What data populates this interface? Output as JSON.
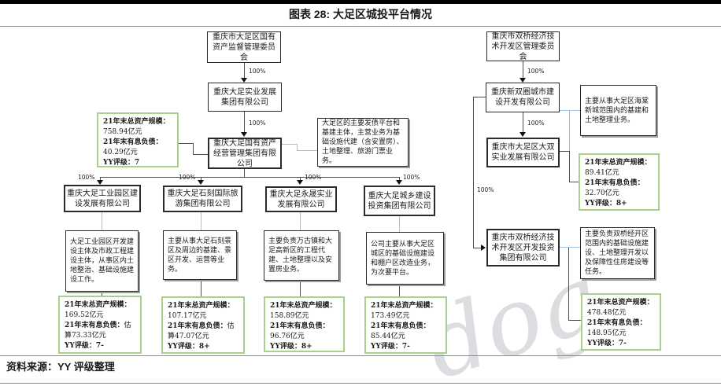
{
  "title": "图表 28: 大足区城投平台情况",
  "source": "资料来源：YY 评级整理",
  "watermark": "dog",
  "ownership_pct": "100%",
  "colors": {
    "stat_border_green": "#a9d18e",
    "connector_blue": "#9dc3e6",
    "line_dark": "#4d4d4d"
  },
  "left": {
    "gov": "重庆市大足区国有资产监督管理委员会",
    "holding": "重庆大足实业发展集团有限公司",
    "core": "重庆大足国有资产经营管理集团有限公司",
    "core_stat": {
      "asset_label": "21年末总资产规模：",
      "asset_value": "758.94亿元",
      "debt_label": "21年末有息负债：",
      "debt_value": "40.29亿元",
      "rating": "YY评级：7"
    },
    "core_desc": "大足区的主要发债平台和基建主体，主营业务为基础设施代建（含安置房）、土地整理、旅游门票业务。",
    "subs": [
      {
        "name": "重庆大足工业园区建设发展有限公司",
        "desc": "大足工业园区开发建设主体及市政工程建设主体，从事区内土地整治、基础设施建设工作。",
        "stat": {
          "asset_label": "21年末总资产规模：",
          "asset_value": "169.52亿元",
          "debt_label": "21年末有息负债：",
          "debt_value": "估算73.33亿元",
          "rating": "YY评级：7-"
        }
      },
      {
        "name": "重庆大足石刻国际旅游集团有限公司",
        "desc": "主要从事大足石刻景区及周边的基建、景区开发、运营等业务。",
        "stat": {
          "asset_label": "21年末总资产规模：",
          "asset_value": "107.17亿元",
          "debt_label": "21年末有息负债：",
          "debt_value": "估算47.07亿元",
          "rating": "YY评级：8+"
        }
      },
      {
        "name": "重庆大足永晟实业发展有限公司",
        "desc": "主要负责万古镇和大足高新区的工程代建、土地整理以及安置房业务。",
        "stat": {
          "asset_label": "21年末总资产规模：",
          "asset_value": "158.89亿元",
          "debt_label": "21年末有息负债：",
          "debt_value": "96.76亿元",
          "rating": "YY评级：8+"
        }
      },
      {
        "name": "重庆大足城乡建设投资集团有限公司",
        "desc": "公司主要从事大足区城区的基础设施建设和棚户区改造业务，为次要平台。",
        "stat": {
          "asset_label": "21年末总资产规模：",
          "asset_value": "173.49亿元",
          "debt_label": "21年末有息负债：",
          "debt_value": "85.44亿元",
          "rating": "YY评级：7-"
        }
      }
    ]
  },
  "right": {
    "gov": "重庆市双桥经济技术开发区管理委员会",
    "holding": "重庆新双圈城市建设开发有限公司",
    "holding_desc": "主要从事大足区海棠新城范围内的基建和土地整理业务。",
    "sub1": {
      "name": "重庆市大足区大双实业发展有限公司",
      "stat": {
        "asset_label": "21年末总资产规模：",
        "asset_value": "89.41亿元",
        "debt_label": "21年末有息负债：",
        "debt_value": "32.70亿元",
        "rating": "YY评级：8+"
      }
    },
    "sub2": {
      "name": "重庆市双桥经济技术开发区开发投资集团有限公司",
      "desc": "主要负责双桥经开区范围内的基础设施建设、土地整理开发以及保障性住房建设等任务。",
      "stat": {
        "asset_label": "21年末总资产规模：",
        "asset_value": "478.48亿元",
        "debt_label": "21年末有息负债：",
        "debt_value": "148.95亿元",
        "rating": "YY评级：7-"
      }
    }
  }
}
